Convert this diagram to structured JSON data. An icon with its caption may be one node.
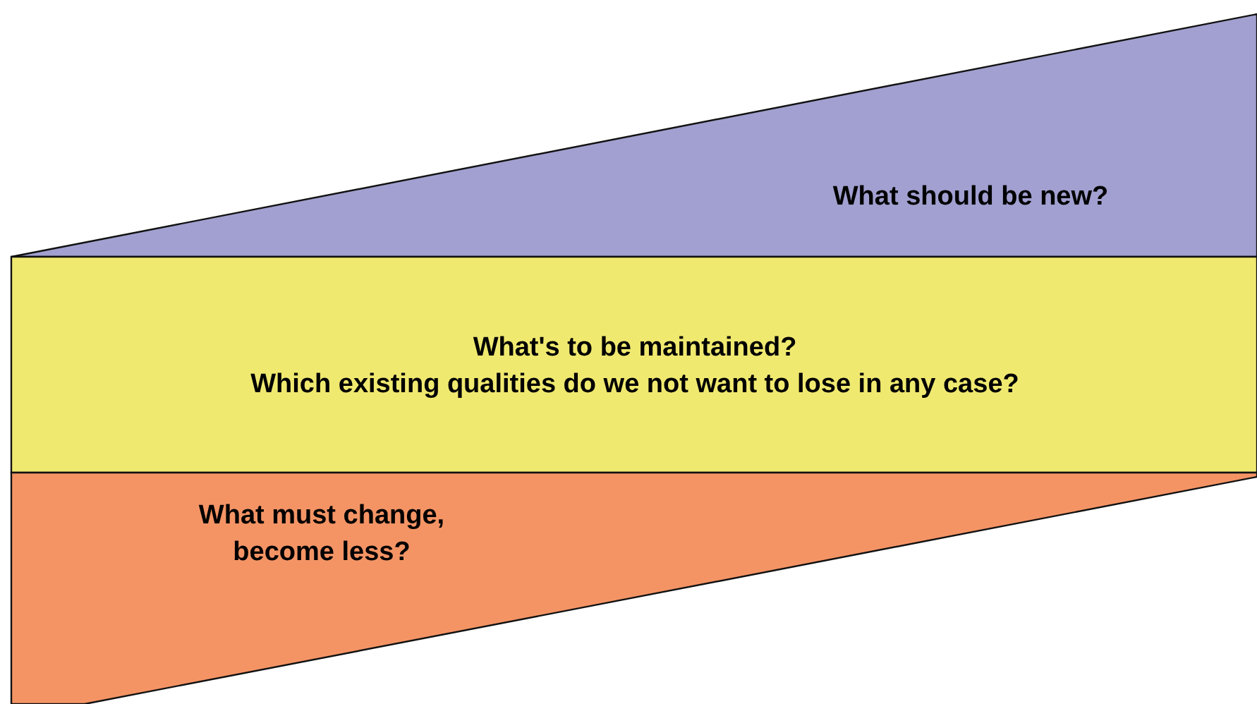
{
  "diagram": {
    "nodes": [
      {
        "text": [
          "What should be new?"
        ]
      },
      {
        "text": [
          "What's to be maintained?",
          "Which existing qualities do we not want to lose in any case?"
        ]
      },
      {
        "text": [
          "What must change, become less?"
        ]
      }
    ]
  }
}
